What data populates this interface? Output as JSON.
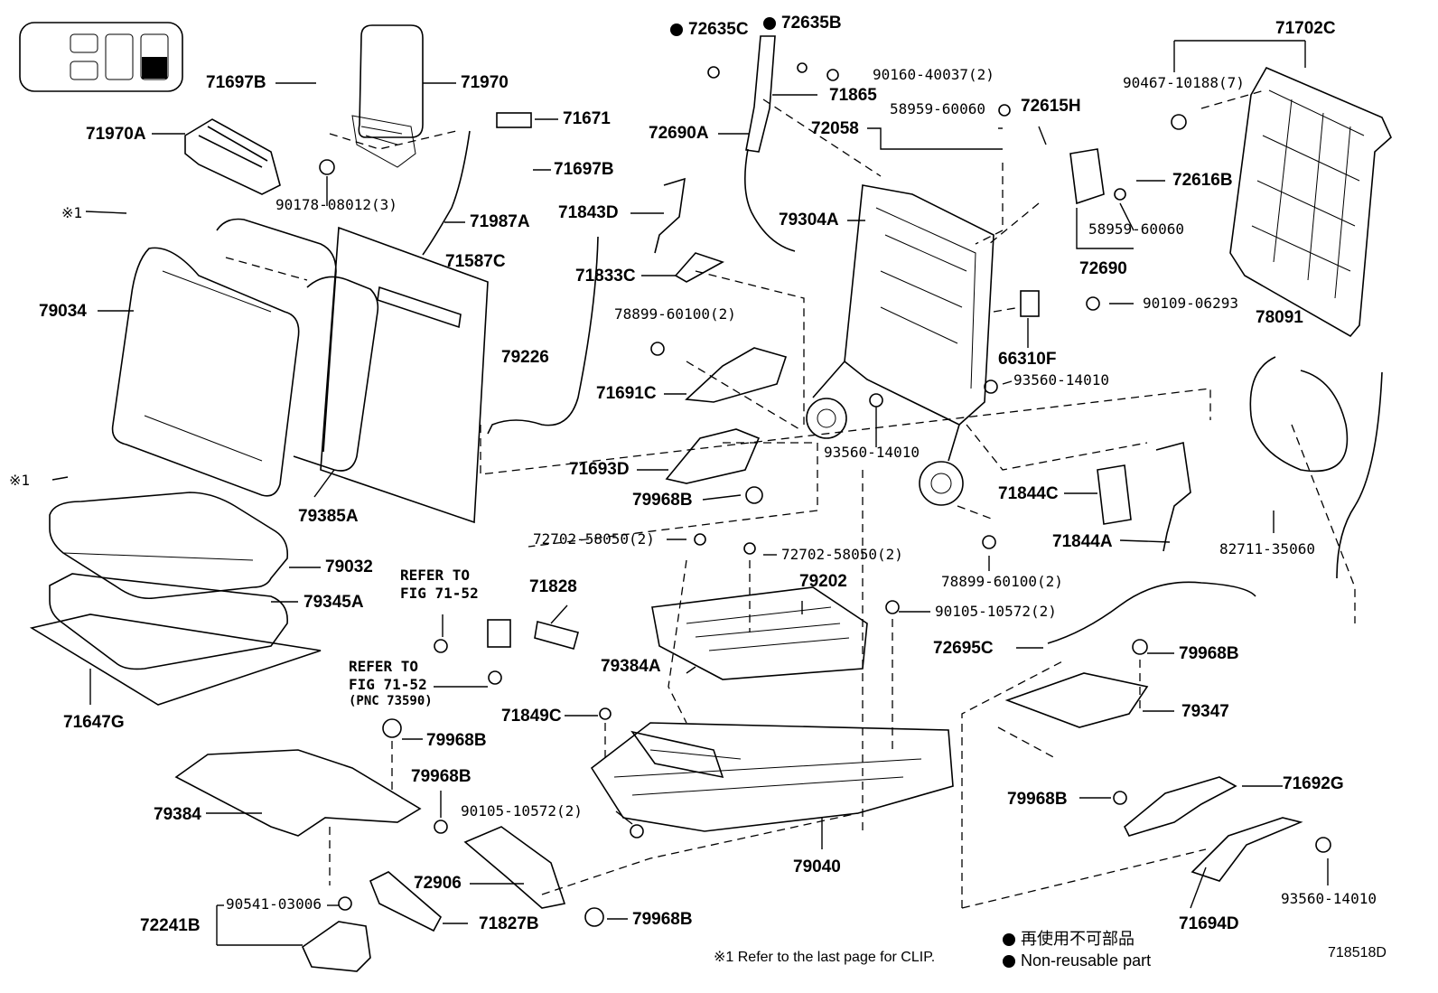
{
  "labels": {
    "p71697B_a": "71697B",
    "p71970": "71970",
    "p71671": "71671",
    "p71970A": "71970A",
    "p71697B_b": "71697B",
    "p90178": "90178-08012(3)",
    "p71987A": "71987A",
    "p71587C": "71587C",
    "p79034": "79034",
    "p79385A": "79385A",
    "p79032": "79032",
    "p79345A": "79345A",
    "p71647G": "71647G",
    "p72635C": "72635C",
    "p72635B": "72635B",
    "p90160": "90160-40037(2)",
    "p71865": "71865",
    "p72690A": "72690A",
    "p72058": "72058",
    "p58959a": "58959-60060",
    "p72615H": "72615H",
    "p71843D": "71843D",
    "p79304A": "79304A",
    "p71833C": "71833C",
    "p78899a": "78899-60100(2)",
    "p79226": "79226",
    "p71691C": "71691C",
    "p71693D": "71693D",
    "p79968B_a": "79968B",
    "p93560a": "93560-14010",
    "p71702C": "71702C",
    "p90467": "90467-10188(7)",
    "p72616B": "72616B",
    "p58959b": "58959-60060",
    "p72690": "72690",
    "p90109": "90109-06293",
    "p66310F": "66310F",
    "p93560b": "93560-14010",
    "p78091": "78091",
    "p71844C": "71844C",
    "p71844A": "71844A",
    "p82711": "82711-35060",
    "p78899b": "78899-60100(2)",
    "p72702a": "72702-58050(2)",
    "p72702b": "72702-58050(2)",
    "p79202": "79202",
    "p71828": "71828",
    "p90105a": "90105-10572(2)",
    "p72695C": "72695C",
    "p79968B_b": "79968B",
    "p79347": "79347",
    "p79384A": "79384A",
    "p71849C": "71849C",
    "p79968B_c": "79968B",
    "p79968B_d": "79968B",
    "p79384": "79384",
    "p90105b": "90105-10572(2)",
    "p72906": "72906",
    "p79040": "79040",
    "p79968B_e": "79968B",
    "p71692G": "71692G",
    "p71694D": "71694D",
    "p93560c": "93560-14010",
    "p72241B": "72241B",
    "p90541": "90541-03006",
    "p71827B": "71827B",
    "p79968B_f": "79968B"
  },
  "refers": {
    "ref1_line1": "REFER TO",
    "ref1_line2": "FIG 71-52",
    "ref2_line1": "REFER TO",
    "ref2_line2": "FIG 71-52",
    "ref2_line3": "(PNC 73590)"
  },
  "clip_mark_1": "※1",
  "clip_mark_2": "※1",
  "footnote": "※1  Refer to the last page for CLIP.",
  "legend": {
    "jp": "再使用不可部品",
    "en": "Non-reusable part"
  },
  "figure_code": "718518D"
}
